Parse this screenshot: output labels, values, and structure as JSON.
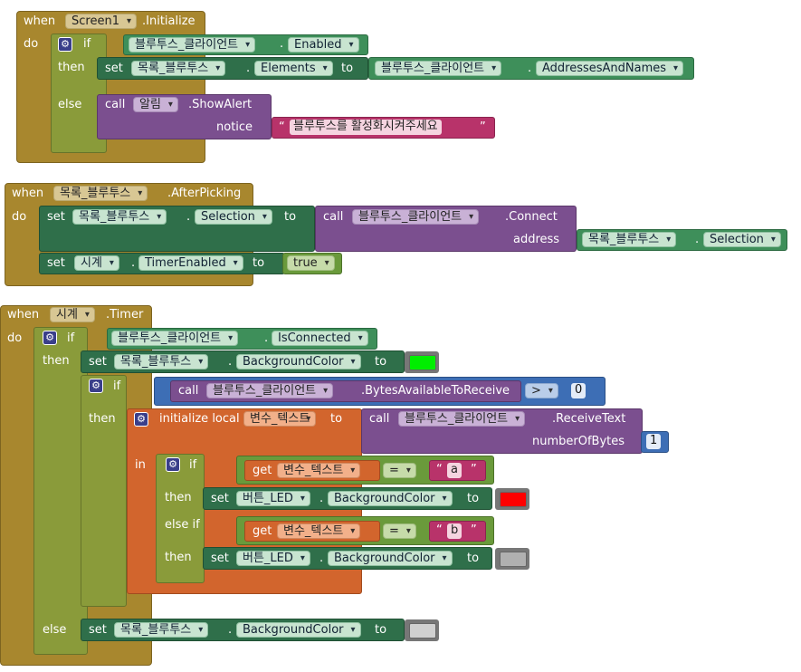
{
  "kw": {
    "when": "when",
    "do": "do",
    "if": "if",
    "then": "then",
    "else": "else",
    "elseif": "else if",
    "set": "set",
    "to": "to",
    "call": "call",
    "in": "in",
    "get": "get",
    "init_local": "initialize local"
  },
  "colors": {
    "green": "#00ee00",
    "red": "#ff0000",
    "gray": "#b0b0b0",
    "lightgray": "#d0d0d0"
  },
  "b1": {
    "component": "Screen1",
    "event": ".Initialize",
    "cond_comp": "블루투스_클라이언트",
    "cond_prop": "Enabled",
    "set_comp": "목록_블루투스",
    "set_prop": "Elements",
    "val_comp": "블루투스_클라이언트",
    "val_prop": "AddressesAndNames",
    "alert_comp": "알림",
    "alert_method": ".ShowAlert",
    "notice_label": "notice",
    "quote_open": "“",
    "quote_close": "”",
    "notice_text": "블루투스를 활성화시켜주세요"
  },
  "b2": {
    "component": "목록_블루투스",
    "event": ".AfterPicking",
    "set1_comp": "목록_블루투스",
    "set1_prop": "Selection",
    "call_comp": "블루투스_클라이언트",
    "call_method": ".Connect",
    "address_label": "address",
    "addr_comp": "목록_블루투스",
    "addr_prop": "Selection",
    "set2_comp": "시계",
    "set2_prop": "TimerEnabled",
    "bool_val": "true"
  },
  "b3": {
    "component": "시계",
    "event": ".Timer",
    "cond_comp": "블루투스_클라이언트",
    "cond_prop": "IsConnected",
    "set1_comp": "목록_블루투스",
    "set1_prop": "BackgroundColor",
    "call1_comp": "블루투스_클라이언트",
    "call1_method": ".BytesAvailableToReceive",
    "op_gt": ">",
    "num0": "0",
    "var_name": "변수_텍스트",
    "call2_comp": "블루투스_클라이언트",
    "call2_method": ".ReceiveText",
    "nbytes_label": "numberOfBytes",
    "num1": "1",
    "eq": "=",
    "str_a": "a",
    "str_b": "b",
    "led_comp": "버튼_LED",
    "led_prop": "BackgroundColor",
    "else_comp": "목록_블루투스",
    "else_prop": "BackgroundColor"
  }
}
